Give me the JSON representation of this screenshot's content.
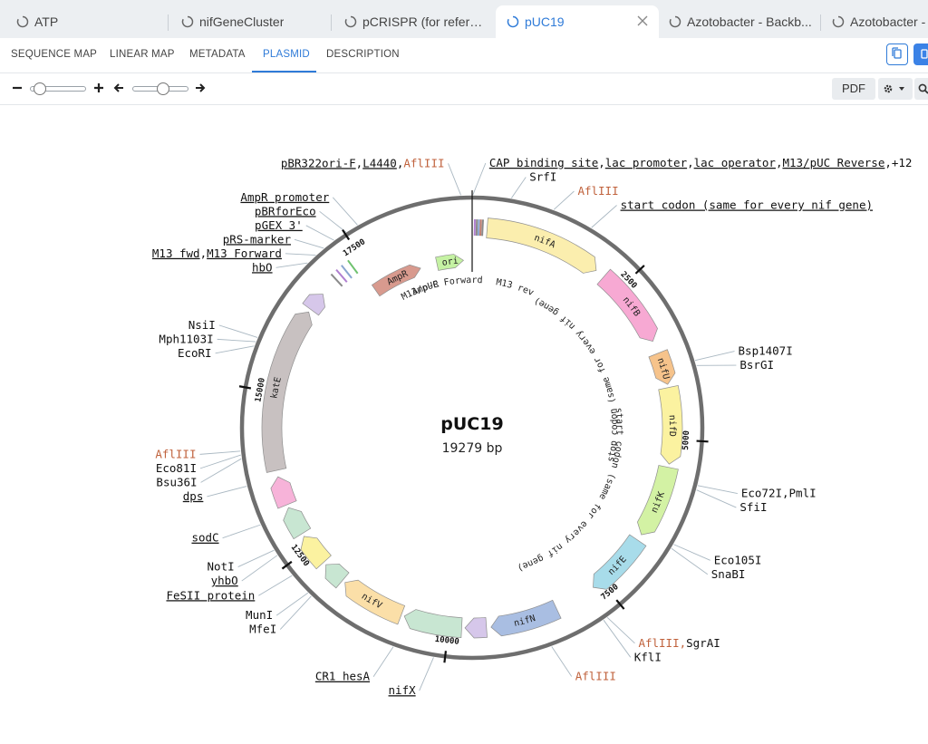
{
  "tabs": [
    {
      "label": "ATP"
    },
    {
      "label": "nifGeneCluster"
    },
    {
      "label": "pCRISPR (for referen..."
    },
    {
      "label": "pUC19"
    },
    {
      "label": "Azotobacter - Backb..."
    },
    {
      "label": "Azotobacter - C"
    }
  ],
  "nav": {
    "items": [
      "SEQUENCE MAP",
      "LINEAR MAP",
      "METADATA",
      "PLASMID",
      "DESCRIPTION"
    ],
    "active": "PLASMID"
  },
  "toolbar": {
    "pdf_label": "PDF",
    "zoom_level": 0.06,
    "rotation_level": 0.45
  },
  "plasmid": {
    "name": "pUC19",
    "length_label": "19279 bp",
    "length_bp": 19279,
    "ticks": [
      {
        "bp": 2500,
        "label": "2500"
      },
      {
        "bp": 5000,
        "label": "5000"
      },
      {
        "bp": 7500,
        "label": "7500"
      },
      {
        "bp": 10000,
        "label": "10000"
      },
      {
        "bp": 12500,
        "label": "12500"
      },
      {
        "bp": 15000,
        "label": "15000"
      },
      {
        "bp": 17500,
        "label": "17500"
      }
    ],
    "features": [
      {
        "name": "nifA",
        "start": 230,
        "end": 2050,
        "color": "#fbeeae",
        "label": true
      },
      {
        "name": "nifB",
        "start": 2200,
        "end": 3450,
        "color": "#f7a9d3",
        "label": true
      },
      {
        "name": "nifU",
        "start": 3650,
        "end": 4150,
        "color": "#f6c38b",
        "label": true
      },
      {
        "name": "nifD",
        "start": 4200,
        "end": 5380,
        "color": "#fbf2a0",
        "label": true
      },
      {
        "name": "nifK",
        "start": 5430,
        "end": 6550,
        "color": "#d3f2a4",
        "label": true
      },
      {
        "name": "nifE",
        "start": 6650,
        "end": 7650,
        "color": "#a8dcea",
        "label": true
      },
      {
        "name": "nifN",
        "start": 8300,
        "end": 9350,
        "color": "#a9bee2",
        "label": true
      },
      {
        "name": "",
        "start": 9420,
        "end": 9750,
        "color": "#d6c7ea",
        "label": false
      },
      {
        "name": "",
        "start": 9800,
        "end": 10700,
        "color": "#c8e6d2",
        "label": false
      },
      {
        "name": "nifV",
        "start": 10750,
        "end": 11750,
        "color": "#fbdfa8",
        "label": true
      },
      {
        "name": "",
        "start": 11800,
        "end": 12150,
        "color": "#c8e6d2",
        "label": false
      },
      {
        "name": "",
        "start": 12200,
        "end": 12700,
        "color": "#fbf2a0",
        "label": false
      },
      {
        "name": "",
        "start": 12750,
        "end": 13200,
        "color": "#c8e6d2",
        "label": false
      },
      {
        "name": "",
        "start": 13250,
        "end": 13700,
        "color": "#f7b3d9",
        "label": false
      },
      {
        "name": "katE",
        "start": 13800,
        "end": 16350,
        "color": "#c8c1c1",
        "label": true
      },
      {
        "name": "",
        "start": 16400,
        "end": 16700,
        "color": "#d6c7ea",
        "label": false
      }
    ],
    "inner_features": [
      {
        "name": "AmpR",
        "start": 17400,
        "end": 18320,
        "color": "#d89a8e"
      },
      {
        "name": "ori",
        "start": 18630,
        "end": 19120,
        "color": "#c5f2a3"
      }
    ],
    "small_marks": [
      {
        "bp": 17000,
        "color": "#8a8a8a"
      },
      {
        "bp": 17100,
        "color": "#b07fd0"
      },
      {
        "bp": 17200,
        "color": "#8aa6d0"
      },
      {
        "bp": 17320,
        "color": "#6fc26f"
      },
      {
        "bp": 40,
        "color": "#b07fd0"
      },
      {
        "bp": 70,
        "color": "#8a8a8a"
      },
      {
        "bp": 100,
        "color": "#8aa6d0"
      },
      {
        "bp": 130,
        "color": "#c07b6d"
      },
      {
        "bp": 160,
        "color": "#8a8a8a"
      }
    ],
    "inner_labels": [
      {
        "text": "Amp-R",
        "bp": 18000
      },
      {
        "text": "M13/pUC Forward",
        "bp": 17760
      },
      {
        "text": "M13 rev",
        "bp": 500
      },
      {
        "text": "start codon (same for every nif gene)",
        "bp": 4400
      },
      {
        "text": "stop codon (same for every nif gene)",
        "bp": 5560
      }
    ],
    "annotations": [
      {
        "parts": [
          {
            "text": "pBR322ori-F",
            "u": true
          },
          {
            "text": ",",
            "u": false
          },
          {
            "text": "L4440",
            "u": true
          },
          {
            "text": ",",
            "u": false
          },
          {
            "text": "AflIII",
            "u": false,
            "c": "#c0623c"
          }
        ],
        "side": "left",
        "bp": 19130
      },
      {
        "parts": [
          {
            "text": "CAP binding site",
            "u": true
          },
          {
            "text": ",",
            "u": false
          },
          {
            "text": "lac promoter",
            "u": true
          },
          {
            "text": ",",
            "u": false
          },
          {
            "text": "lac operator",
            "u": true
          },
          {
            "text": ",",
            "u": false
          },
          {
            "text": "M13/pUC Reverse",
            "u": true
          },
          {
            "text": ",+12",
            "u": false
          }
        ],
        "side": "right",
        "bp": 10
      },
      {
        "parts": [
          {
            "text": "SrfI",
            "u": false
          }
        ],
        "side": "right",
        "bp": 520
      },
      {
        "parts": [
          {
            "text": "AflIII",
            "u": false,
            "c": "#c0623c"
          }
        ],
        "side": "right",
        "bp": 1100
      },
      {
        "parts": [
          {
            "text": "start codon (same for every nif gene)",
            "u": true
          }
        ],
        "side": "right",
        "bp": 1650
      },
      {
        "parts": [
          {
            "text": "Bsp1407I",
            "u": false
          }
        ],
        "side": "right",
        "bp": 3920
      },
      {
        "parts": [
          {
            "text": "BsrGI",
            "u": false
          }
        ],
        "side": "right",
        "bp": 3990
      },
      {
        "parts": [
          {
            "text": "Eco72I",
            "u": false
          },
          {
            "text": ",",
            "u": false
          },
          {
            "text": "PmlI",
            "u": false
          }
        ],
        "side": "right",
        "bp": 5590
      },
      {
        "parts": [
          {
            "text": "SfiI",
            "u": false
          }
        ],
        "side": "right",
        "bp": 5650
      },
      {
        "parts": [
          {
            "text": "Eco105I",
            "u": false
          }
        ],
        "side": "right",
        "bp": 6430
      },
      {
        "parts": [
          {
            "text": "SnaBI",
            "u": false
          }
        ],
        "side": "right",
        "bp": 6490
      },
      {
        "parts": [
          {
            "text": "AflIII",
            "u": false,
            "c": "#c0623c"
          },
          {
            "text": ",",
            "u": false,
            "c": "#c0623c"
          },
          {
            "text": "SgrAI",
            "u": false
          }
        ],
        "side": "right",
        "bp": 7740
      },
      {
        "parts": [
          {
            "text": "KflI",
            "u": false
          }
        ],
        "side": "right",
        "bp": 7800
      },
      {
        "parts": [
          {
            "text": "AflIII",
            "u": false,
            "c": "#c0623c"
          }
        ],
        "side": "right",
        "bp": 8570
      },
      {
        "parts": [
          {
            "text": "nifX",
            "u": true
          }
        ],
        "side": "left",
        "bp": 10150
      },
      {
        "parts": [
          {
            "text": "CR1 hesA",
            "u": true
          }
        ],
        "side": "left",
        "bp": 10700
      },
      {
        "parts": [
          {
            "text": "MfeI",
            "u": false
          }
        ],
        "side": "left",
        "bp": 11980
      },
      {
        "parts": [
          {
            "text": "MunI",
            "u": false
          }
        ],
        "side": "left",
        "bp": 12040
      },
      {
        "parts": [
          {
            "text": "FeSII protein",
            "u": true
          }
        ],
        "side": "left",
        "bp": 12350
      },
      {
        "parts": [
          {
            "text": "yhbO",
            "u": true
          }
        ],
        "side": "left",
        "bp": 12680
      },
      {
        "parts": [
          {
            "text": "NotI",
            "u": false
          }
        ],
        "side": "left",
        "bp": 12760
      },
      {
        "parts": [
          {
            "text": "sodC",
            "u": true
          }
        ],
        "side": "left",
        "bp": 13140
      },
      {
        "parts": [
          {
            "text": "dps",
            "u": true
          }
        ],
        "side": "left",
        "bp": 13680
      },
      {
        "parts": [
          {
            "text": "Bsu36I",
            "u": false
          }
        ],
        "side": "left",
        "bp": 14050
      },
      {
        "parts": [
          {
            "text": "Eco81I",
            "u": false
          }
        ],
        "side": "left",
        "bp": 14100
      },
      {
        "parts": [
          {
            "text": "AflIII",
            "u": false,
            "c": "#c0623c"
          }
        ],
        "side": "left",
        "bp": 14150
      },
      {
        "parts": [
          {
            "text": "EcoRI",
            "u": false
          }
        ],
        "side": "left",
        "bp": 15560
      },
      {
        "parts": [
          {
            "text": "Mph1103I",
            "u": false
          }
        ],
        "side": "left",
        "bp": 15620
      },
      {
        "parts": [
          {
            "text": "NsiI",
            "u": false
          }
        ],
        "side": "left",
        "bp": 15680
      },
      {
        "parts": [
          {
            "text": "hbO",
            "u": true
          }
        ],
        "side": "left",
        "bp": 16870
      },
      {
        "parts": [
          {
            "text": "M13 fwd",
            "u": true
          },
          {
            "text": ",",
            "u": false
          },
          {
            "text": "M13 Forward",
            "u": true
          }
        ],
        "side": "left",
        "bp": 17020
      },
      {
        "parts": [
          {
            "text": "pRS-marker",
            "u": true
          }
        ],
        "side": "left",
        "bp": 17160
      },
      {
        "parts": [
          {
            "text": "pGEX 3'",
            "u": true
          }
        ],
        "side": "left",
        "bp": 17330
      },
      {
        "parts": [
          {
            "text": "pBRforEco",
            "u": true
          }
        ],
        "side": "left",
        "bp": 17520
      },
      {
        "parts": [
          {
            "text": "AmpR promoter",
            "u": true
          }
        ],
        "side": "left",
        "bp": 17700
      }
    ]
  }
}
